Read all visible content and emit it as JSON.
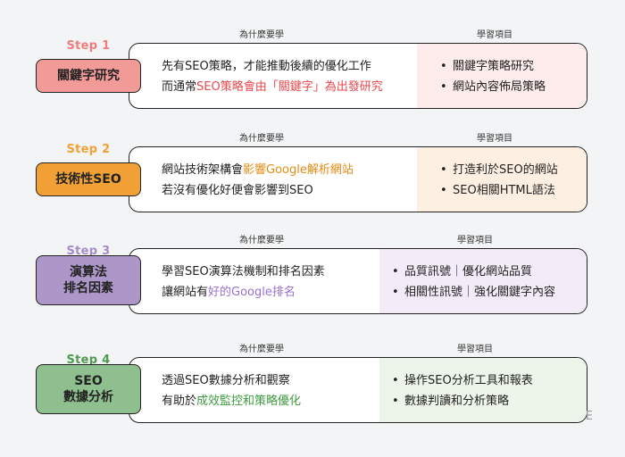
{
  "column_headers": {
    "why": "為什麼要學",
    "learn": "學習項目"
  },
  "steps": [
    {
      "label": "Step 1",
      "color": "#f27c7c",
      "badge_color": "#f29a98",
      "badge_lines": [
        "關鍵字研究"
      ],
      "learn_bg": "#fdeceb",
      "highlight_color": "#e8474c",
      "why_line1": "先有SEO策略，才能推動後續的優化工作",
      "why_line2_pre": "而通常",
      "why_line2_hl": "SEO策略會由「關鍵字」為出發研究",
      "why_line2_post": "",
      "learn_items": [
        "關鍵字策略研究",
        "網站內容佈局策略"
      ]
    },
    {
      "label": "Step 2",
      "color": "#f0a035",
      "badge_color": "#f0a035",
      "badge_lines": [
        "技術性SEO"
      ],
      "learn_bg": "#fdf0e2",
      "highlight_color": "#e88a12",
      "why_line1_pre": "網站技術架構會",
      "why_line1_hl": "影響Google解析網站",
      "why_line2": "若沒有優化好便會影響到SEO",
      "learn_items": [
        "打造利於SEO的網站",
        "SEO相關HTML語法"
      ]
    },
    {
      "label": "Step 3",
      "color": "#a68bc9",
      "badge_color": "#ad97c9",
      "badge_lines": [
        "演算法",
        "排名因素"
      ],
      "learn_bg": "#f3ecf8",
      "highlight_color": "#9b6fd1",
      "why_line1": "學習SEO演算法機制和排名因素",
      "why_line2_pre": "讓網站有",
      "why_line2_hl": "好的Google排名",
      "why_line2_post": "",
      "learn_items": [
        "品質訊號｜優化網站品質",
        "相關性訊號｜強化關鍵字內容"
      ]
    },
    {
      "label": "Step 4",
      "color": "#4e9a4e",
      "badge_color": "#8fbf8f",
      "badge_lines": [
        "SEO",
        "數據分析"
      ],
      "learn_bg": "#edf5ea",
      "highlight_color": "#3f9a3f",
      "why_line1": "透過SEO數據分析和觀察",
      "why_line2_pre": "有助於",
      "why_line2_hl": "成效監控和策略優化",
      "why_line2_post": "",
      "learn_items": [
        "操作SEO分析工具和報表",
        "數據判讀和分析策略"
      ]
    }
  ],
  "corner_mark": "E"
}
